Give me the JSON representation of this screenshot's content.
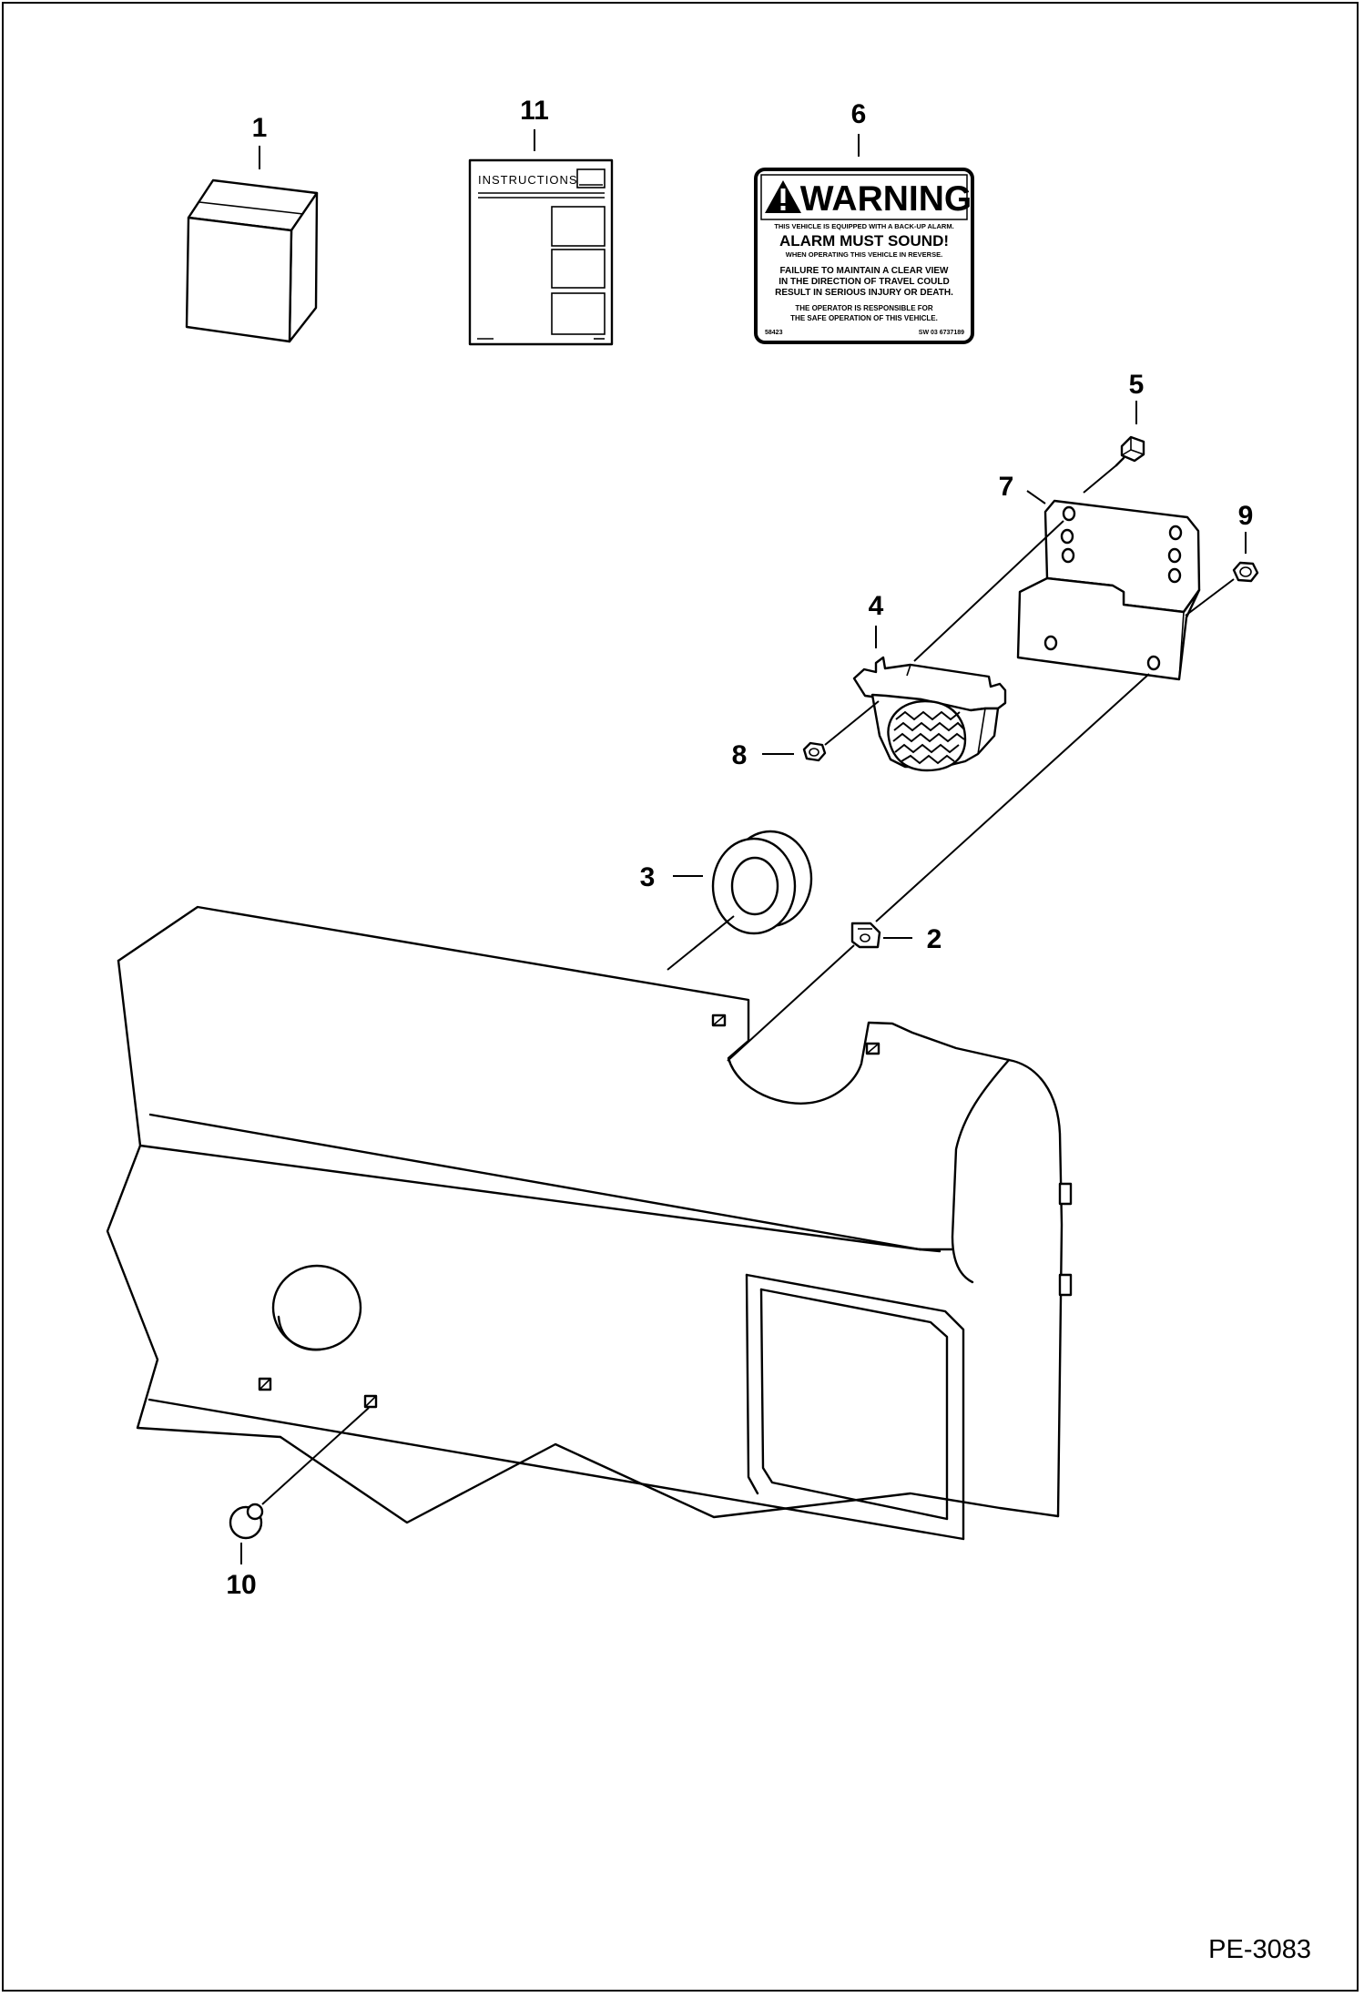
{
  "figure_code": "PE-3083",
  "callouts": {
    "c1": "1",
    "c2": "2",
    "c3": "3",
    "c4": "4",
    "c5": "5",
    "c6": "6",
    "c7": "7",
    "c8": "8",
    "c9": "9",
    "c10": "10",
    "c11": "11"
  },
  "manual": {
    "title": "INSTRUCTIONS"
  },
  "warning_decal": {
    "header": "WARNING",
    "line1": "THIS VEHICLE IS EQUIPPED WITH A BACK-UP ALARM.",
    "line2": "ALARM MUST SOUND!",
    "line3": "WHEN OPERATING THIS VEHICLE IN REVERSE.",
    "line4": "FAILURE TO MAINTAIN A CLEAR VIEW",
    "line5": "IN THE DIRECTION OF TRAVEL COULD",
    "line6": "RESULT IN SERIOUS INJURY OR DEATH.",
    "line7": "THE OPERATOR IS RESPONSIBLE FOR",
    "line8": "THE SAFE OPERATION OF THIS VEHICLE.",
    "part_no": "58423",
    "code": "SW 03 6737189"
  }
}
